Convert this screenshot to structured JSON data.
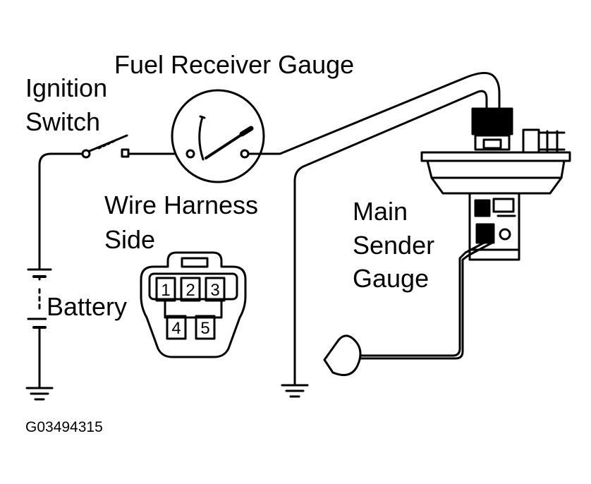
{
  "labels": {
    "fuel_receiver_gauge": "Fuel Receiver Gauge",
    "ignition": "Ignition",
    "switch": "Switch",
    "wire_harness": "Wire Harness",
    "side": "Side",
    "battery": "Battery",
    "main": "Main",
    "sender": "Sender",
    "gauge": "Gauge",
    "figure_code": "G03494315"
  },
  "connector_pins": [
    "1",
    "2",
    "3",
    "4",
    "5"
  ],
  "colors": {
    "ink": "#000000",
    "paper": "#ffffff"
  }
}
